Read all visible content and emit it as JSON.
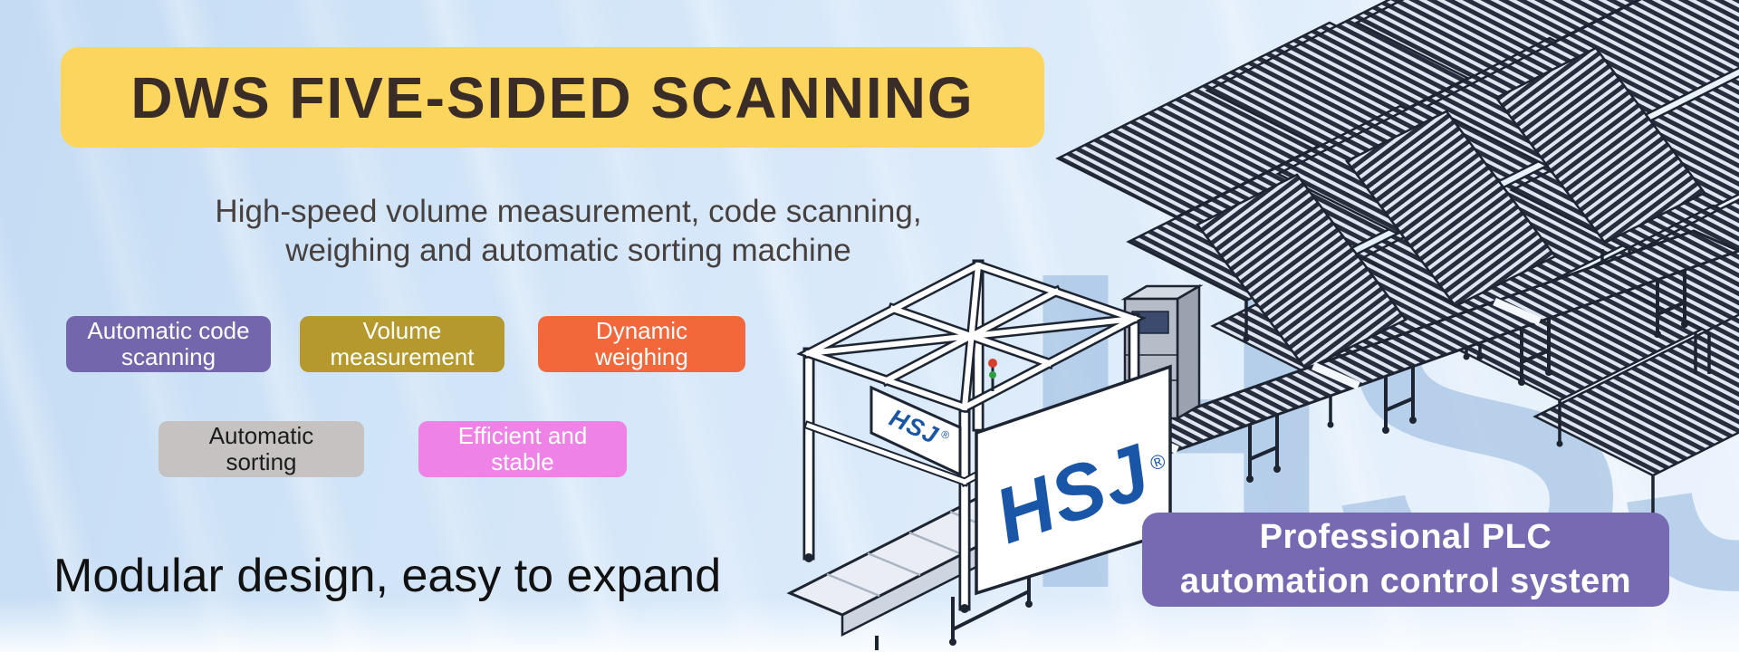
{
  "banner": {
    "title": "DWS FIVE-SIDED SCANNING",
    "subtitle_line1": "High-speed volume measurement, code scanning,",
    "subtitle_line2": "weighing and automatic sorting machine",
    "tagline": "Modular design, easy to expand"
  },
  "features": [
    {
      "line1": "Automatic code",
      "line2": "scanning",
      "bg": "#7466ac",
      "text": "#ffffff"
    },
    {
      "line1": "Volume",
      "line2": "measurement",
      "bg": "#b5992d",
      "text": "#ffffff"
    },
    {
      "line1": "Dynamic",
      "line2": "weighing",
      "bg": "#f2683b",
      "text": "#ffffff"
    },
    {
      "line1": "Automatic",
      "line2": "sorting",
      "bg": "#c6c2c2",
      "text": "#1c1c1c"
    },
    {
      "line1": "Efficient and",
      "line2": "stable",
      "bg": "#ee82e6",
      "text": "#ffffff"
    }
  ],
  "plc_badge": {
    "line1": "Professional PLC",
    "line2": "automation control system",
    "bg": "#786ab2",
    "text": "#ffffff"
  },
  "brand": {
    "name": "HSJ",
    "registered": "®",
    "logo_color": "#1a56a8",
    "watermark": "HSJ"
  },
  "colors": {
    "background_top": "#c8def4",
    "background_bottom": "#eef5fd",
    "title_bg": "#fcd55f",
    "title_text": "#3a2d28",
    "subtitle_text": "#46403f",
    "tagline_text": "#111111",
    "drawing_line": "#1d2432",
    "watermark": "#8ab0da"
  }
}
